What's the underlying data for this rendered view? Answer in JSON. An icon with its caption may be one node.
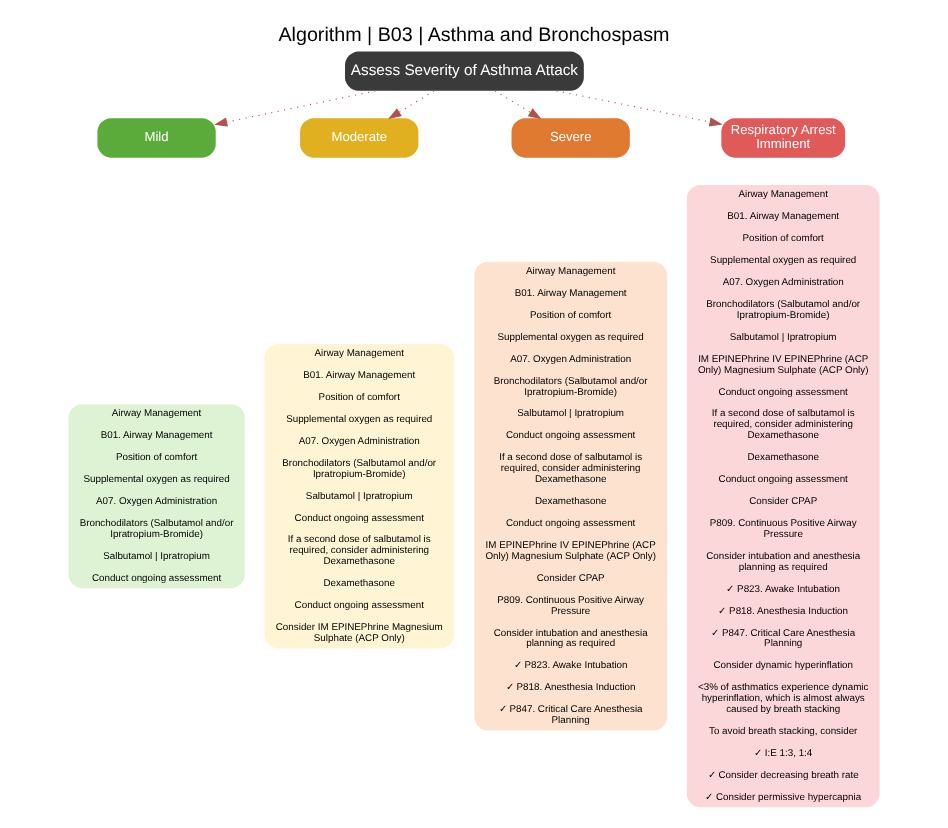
{
  "diagram": {
    "title": "Algorithm | B03 | Asthma and Bronchospasm",
    "nodes": [
      {
        "text": [
          "Assess Severity of Asthma Attack"
        ]
      },
      {
        "text": [
          "Mild"
        ]
      },
      {
        "text": [
          "Moderate"
        ]
      },
      {
        "text": [
          "Severe"
        ]
      },
      {
        "text": [
          "Respiratory Arrest Imminent"
        ]
      },
      {
        "text": [
          "Airway Management",
          "B01. Airway Management",
          "Position of comfort",
          "Supplemental oxygen as required",
          "A07. Oxygen Administration",
          "Bronchodilators (Salbutamol and/or Ipratropium-Bromide)",
          "Salbutamol | Ipratropium",
          "Conduct ongoing assessment"
        ]
      },
      {
        "text": [
          "Airway Management",
          "B01. Airway Management",
          "Position of comfort",
          "Supplemental oxygen as required",
          "A07. Oxygen Administration",
          "Bronchodilators (Salbutamol and/or Ipratropium-Bromide)",
          "Salbutamol | Ipratropium",
          "Conduct ongoing assessment",
          "If a second dose of salbutamol is required, consider administering Dexamethasone",
          "Dexamethasone",
          "Conduct ongoing assessment",
          "Consider IM EPINEPhrine Magnesium Sulphate (ACP Only)"
        ]
      },
      {
        "text": [
          "Airway Management",
          "B01. Airway Management",
          "Position of comfort",
          "Supplemental oxygen as required",
          "A07. Oxygen Administration",
          "Bronchodilators (Salbutamol and/or Ipratropium-Bromide)",
          "Salbutamol | Ipratropium",
          "Conduct ongoing assessment",
          "If a second dose of salbutamol is required, consider administering Dexamethasone",
          "Dexamethasone",
          "Conduct ongoing assessment",
          "IM EPINEPhrine IV EPINEPhrine (ACP Only) Magnesium Sulphate (ACP Only)",
          "Consider CPAP",
          "P809. Continuous Positive Airway Pressure",
          "Consider intubation and anesthesia planning as required",
          "✓ P823. Awake Intubation",
          "✓ P818. Anesthesia Induction",
          "✓ P847. Critical Care Anesthesia Planning"
        ]
      },
      {
        "text": [
          "Airway Management",
          "B01. Airway Management",
          "Position of comfort",
          "Supplemental oxygen as required",
          "A07. Oxygen Administration",
          "Bronchodilators (Salbutamol and/or Ipratropium-Bromide)",
          "Salbutamol | Ipratropium",
          "IM EPINEPhrine IV EPINEPhrine (ACP Only) Magnesium Sulphate (ACP Only)",
          "Conduct ongoing assessment",
          "If a second dose of salbutamol is required, consider administering Dexamethasone",
          "Dexamethasone",
          "Conduct ongoing assessment",
          "Consider CPAP",
          "P809. Continuous Positive Airway Pressure",
          "Consider intubation and anesthesia planning as required",
          "✓ P823. Awake Intubation",
          "✓ P818. Anesthesia Induction",
          "✓ P847. Critical Care Anesthesia Planning",
          "Consider dynamic hyperinflation",
          "<3% of asthmatics experience dynamic hyperinflation, which is almost always caused by breath stacking",
          "To avoid breath stacking, consider",
          "✓ I:E 1:3, 1:4",
          "✓ Consider decreasing breath rate",
          "✓ Consider permissive hypercapnia"
        ]
      }
    ],
    "edges": [
      {
        "from": 0,
        "to": 1,
        "arrow": "to",
        "style": "dashed"
      },
      {
        "from": 0,
        "to": 2,
        "arrow": "to",
        "style": "dashed"
      },
      {
        "from": 0,
        "to": 3,
        "arrow": "to",
        "style": "dashed"
      },
      {
        "from": 0,
        "to": 4,
        "arrow": "to",
        "style": "dashed"
      }
    ]
  }
}
